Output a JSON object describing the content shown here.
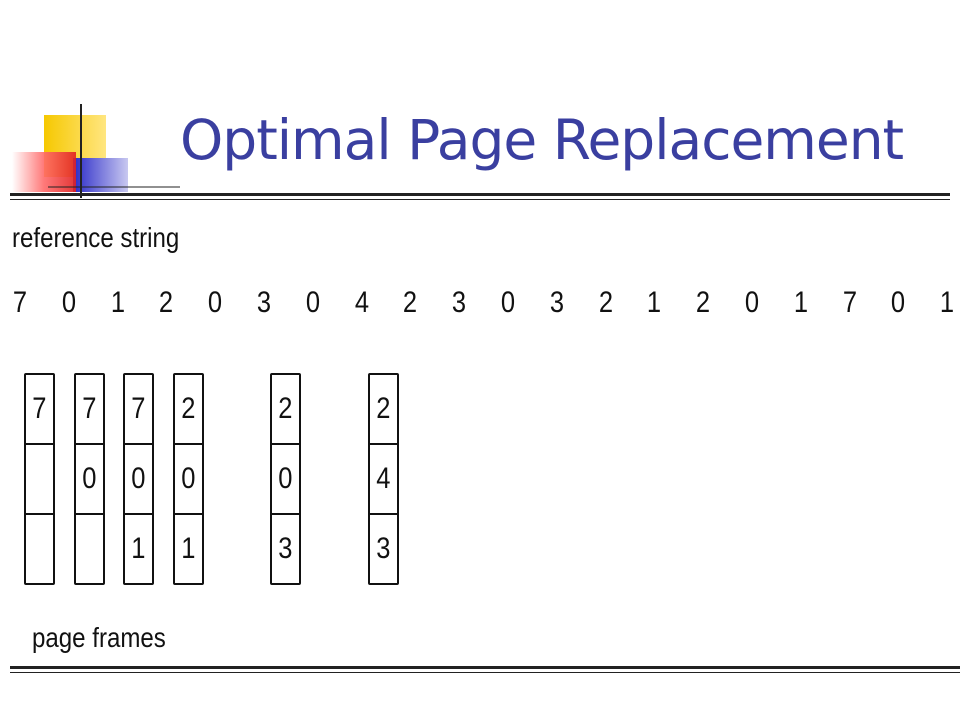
{
  "slide": {
    "title": "Optimal Page Replacement",
    "accent_color": "#3a3fa0"
  },
  "diagram": {
    "reference_label": "reference string",
    "reference_string": [
      "7",
      "0",
      "1",
      "2",
      "0",
      "3",
      "0",
      "4",
      "2",
      "3",
      "0",
      "3",
      "2",
      "1",
      "2",
      "0",
      "1",
      "7",
      "0",
      "1"
    ],
    "page_frames_label": "page frames",
    "frame_columns": [
      {
        "cells": [
          "7",
          "",
          ""
        ]
      },
      {
        "cells": [
          "7",
          "0",
          ""
        ]
      },
      {
        "cells": [
          "7",
          "0",
          "1"
        ]
      },
      {
        "cells": [
          "2",
          "0",
          "1"
        ]
      },
      {
        "cells": [
          "2",
          "0",
          "3"
        ]
      },
      {
        "cells": [
          "2",
          "4",
          "3"
        ]
      }
    ]
  }
}
